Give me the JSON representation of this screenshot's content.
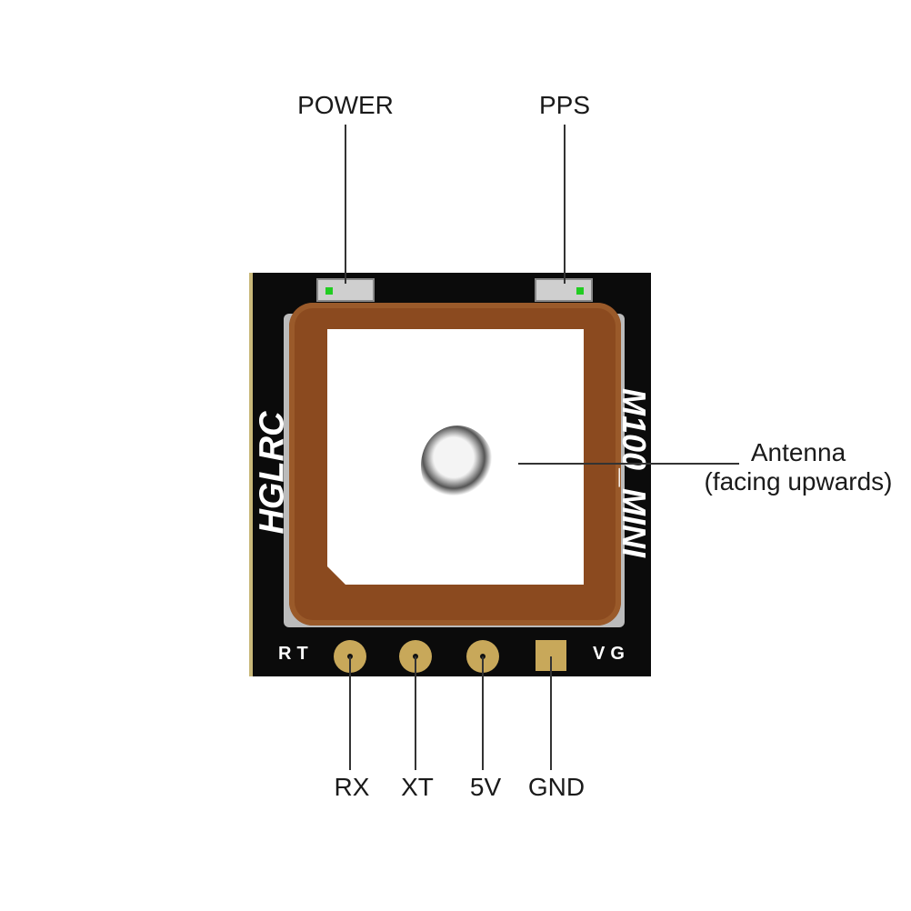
{
  "labels": {
    "power": "POWER",
    "pps": "PPS",
    "antenna_line1": "Antenna",
    "antenna_line2": "(facing upwards)",
    "rx": "RX",
    "tx": "XT",
    "v5": "5V",
    "gnd": "GND"
  },
  "board": {
    "brand": "HGLRC",
    "model": "M100_MINI",
    "silk_left": "RT",
    "silk_right": "VG"
  }
}
